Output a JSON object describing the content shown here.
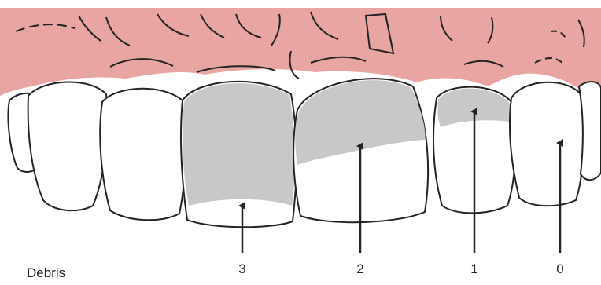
{
  "caption": "Debris",
  "markers": [
    {
      "label": "3",
      "score": 3
    },
    {
      "label": "2",
      "score": 2
    },
    {
      "label": "1",
      "score": 1
    },
    {
      "label": "0",
      "score": 0
    }
  ],
  "colors": {
    "gum": "#e8a5a2",
    "tooth": "#ffffff",
    "debris": "#c8c8c8",
    "outline": "#222222"
  }
}
